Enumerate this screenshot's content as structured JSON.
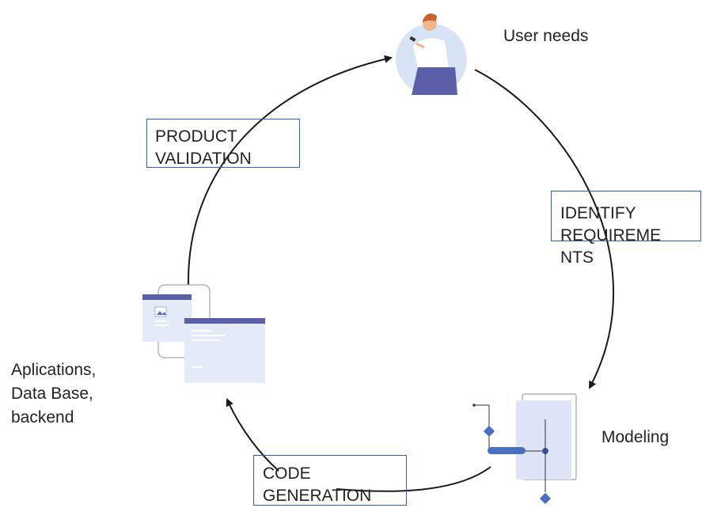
{
  "nodes": {
    "user_needs": "User needs",
    "modeling": "Modeling",
    "applications": "Aplications,\nData Base,\nbackend"
  },
  "steps": {
    "product_validation": "PRODUCT\nVALIDATION",
    "identify_requirements": "IDENTIFY\nREQUIREME\nNTS",
    "code_generation": "CODE\nGENERATION"
  },
  "colors": {
    "arrow": "#1a1a1a",
    "box_border": "#2f5fb6",
    "accent_blue": "#4a6fc0",
    "purple": "#5b5fa8",
    "light_panel": "#dde5f6",
    "avatar_bg": "#d6e4f5"
  },
  "icons": {
    "user": "person-with-phone-icon",
    "modeling": "model-diagram-icon",
    "applications": "app-windows-icon"
  }
}
